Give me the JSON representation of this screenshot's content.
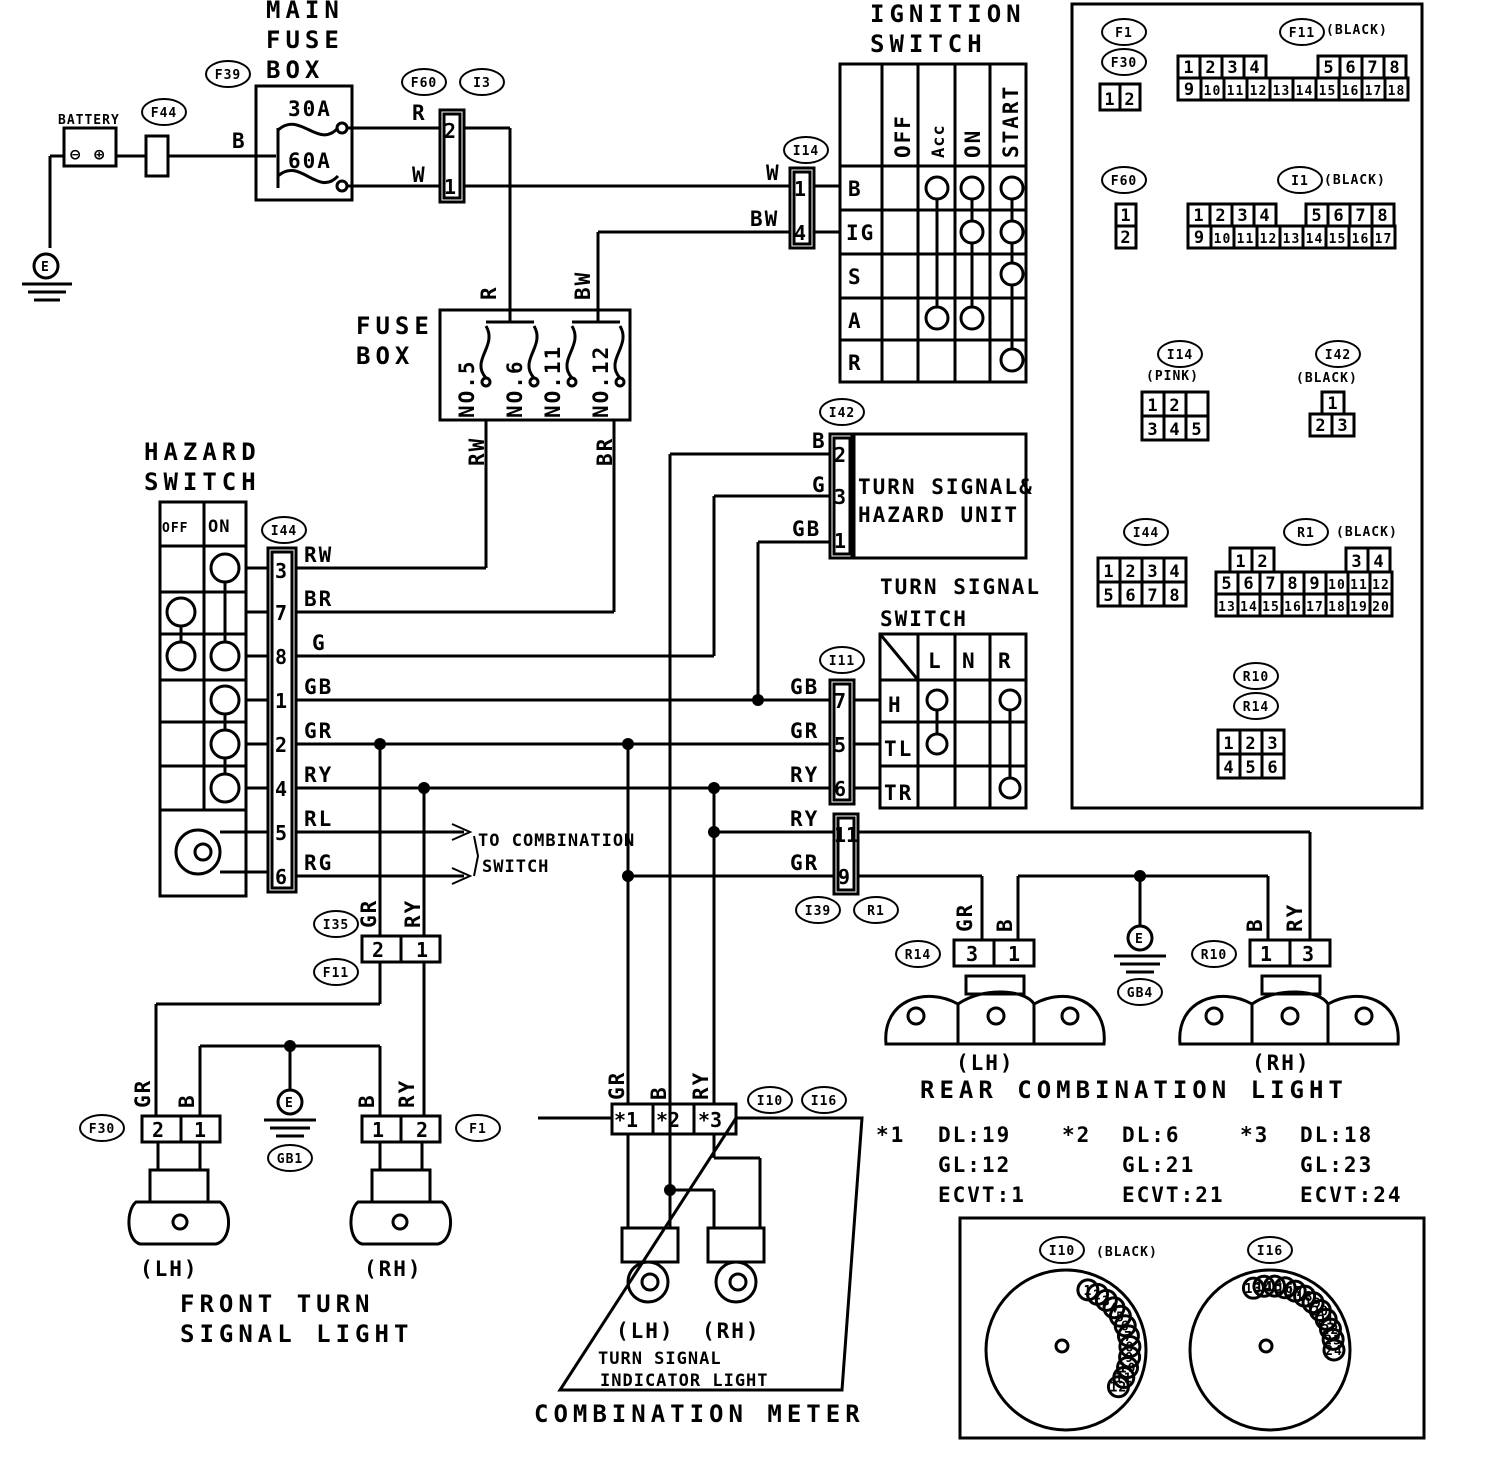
{
  "title_main_fuse_box": [
    "MAIN",
    "FUSE",
    "BOX"
  ],
  "title_fuse_box": [
    "FUSE",
    "BOX"
  ],
  "title_ignition_switch": [
    "IGNITION",
    "SWITCH"
  ],
  "title_hazard_switch": [
    "HAZARD",
    "SWITCH"
  ],
  "title_turn_signal_switch": [
    "TURN SIGNAL",
    "SWITCH"
  ],
  "title_turn_signal_unit": [
    "TURN SIGNAL&",
    "HAZARD UNIT"
  ],
  "battery_label": "BATTERY",
  "ground_label": "E",
  "main_fuses": [
    "30A",
    "60A"
  ],
  "fuse_numbers": [
    "NO.5",
    "NO.6",
    "NO.11",
    "NO.12"
  ],
  "ignition_columns": [
    "OFF",
    "Acc",
    "ON",
    "START"
  ],
  "ignition_rows": [
    "B",
    "IG",
    "S",
    "A",
    "R"
  ],
  "hazard_columns": [
    "OFF",
    "ON"
  ],
  "turn_switch_columns": [
    "L",
    "N",
    "R"
  ],
  "turn_switch_rows": [
    "H",
    "TL",
    "TR"
  ],
  "to_combination_switch": [
    "TO COMBINATION",
    "SWITCH"
  ],
  "connector_tags": {
    "f39": "F39",
    "f44": "F44",
    "f60": "F60",
    "i3": "I3",
    "i14": "I14",
    "i42": "I42",
    "i44": "I44",
    "i11": "I11",
    "i35": "I35",
    "f11": "F11",
    "i39": "I39",
    "r1": "R1",
    "r14": "R14",
    "r10": "R10",
    "f30": "F30",
    "f1": "F1",
    "i10": "I10",
    "i16": "I16",
    "gb1": "GB1",
    "gb4": "GB4"
  },
  "wire_colors": {
    "battery_b": "B",
    "fuse_r": "R",
    "fuse_w": "W",
    "ign_w": "W",
    "ign_bw": "BW",
    "fusebox_r": "R",
    "fusebox_bw": "BW",
    "fusebox_rw": "RW",
    "fusebox_br": "BR",
    "unit_b": "B",
    "unit_g": "G",
    "unit_gb": "GB",
    "haz_rw": "RW",
    "haz_br": "BR",
    "haz_g": "G",
    "haz_gb": "GB",
    "haz_gr": "GR",
    "haz_ry": "RY",
    "haz_rl": "RL",
    "haz_rg": "RG",
    "ts_gb": "GB",
    "ts_gr": "GR",
    "ts_ry": "RY",
    "r1_ry": "RY",
    "r1_gr": "GR",
    "i35_gr": "GR",
    "i35_ry": "RY",
    "front_gr": "GR",
    "front_b": "B",
    "front_b2": "B",
    "front_ry": "RY",
    "meter_gr": "GR",
    "meter_b": "B",
    "meter_ry": "RY",
    "rear_gr": "GR",
    "rear_b": "B",
    "rear_b2": "B",
    "rear_ry": "RY"
  },
  "pins": {
    "f60": [
      "2",
      "1"
    ],
    "i14": [
      "1",
      "4"
    ],
    "i42": [
      "2",
      "3",
      "1"
    ],
    "i44": [
      "3",
      "7",
      "8",
      "1",
      "2",
      "4",
      "5",
      "6"
    ],
    "i11": [
      "7",
      "5",
      "6"
    ],
    "r1": [
      "11",
      "9"
    ],
    "i35": [
      "2",
      "1"
    ],
    "f30": [
      "2",
      "1"
    ],
    "f1": [
      "1",
      "2"
    ],
    "i10": [
      "*1",
      "*2",
      "*3"
    ],
    "r14": [
      "3",
      "1"
    ],
    "r10": [
      "1",
      "3"
    ]
  },
  "side_labels": {
    "lh": "(LH)",
    "rh": "(RH)"
  },
  "front_light_title": [
    "FRONT TURN",
    "SIGNAL LIGHT"
  ],
  "rear_light_title": "REAR COMBINATION LIGHT",
  "indicator_title": [
    "TURN SIGNAL",
    "INDICATOR LIGHT"
  ],
  "meter_title": "COMBINATION METER",
  "footnotes": [
    {
      "mark": "*1",
      "lines": [
        "DL:19",
        "GL:12",
        "ECVT:1"
      ]
    },
    {
      "mark": "*2",
      "lines": [
        "DL:6",
        "GL:21",
        "ECVT:21"
      ]
    },
    {
      "mark": "*3",
      "lines": [
        "DL:18",
        "GL:23",
        "ECVT:24"
      ]
    }
  ],
  "legend": {
    "color_black": "(BLACK)",
    "color_pink": "(PINK)",
    "f11_pins_top": [
      "1",
      "2",
      "3",
      "4",
      "5",
      "6",
      "7",
      "8"
    ],
    "f11_pins_bottom": [
      "9",
      "10",
      "11",
      "12",
      "13",
      "14",
      "15",
      "16",
      "17",
      "18"
    ],
    "i1_pins_top": [
      "1",
      "2",
      "3",
      "4",
      "5",
      "6",
      "7",
      "8"
    ],
    "i1_pins_bottom": [
      "9",
      "10",
      "11",
      "12",
      "13",
      "14",
      "15",
      "16",
      "17"
    ],
    "f30_pins": [
      "1",
      "2"
    ],
    "f60_pins": [
      "1",
      "2"
    ],
    "i14_pins": [
      "1",
      "2",
      "3",
      "4",
      "5"
    ],
    "i42_pins": [
      "1",
      "2",
      "3"
    ],
    "i44_pins": [
      "1",
      "2",
      "3",
      "4",
      "5",
      "6",
      "7",
      "8"
    ],
    "r1_pins_top": [
      "1",
      "2",
      "3",
      "4"
    ],
    "r1_pins_mid": [
      "5",
      "6",
      "7",
      "8",
      "9",
      "10",
      "11",
      "12"
    ],
    "r1_pins_bottom": [
      "13",
      "14",
      "15",
      "16",
      "17",
      "18",
      "19",
      "20"
    ],
    "r10_pins": [
      "1",
      "2",
      "3",
      "4",
      "5",
      "6"
    ],
    "i10_pins": [
      "1",
      "2",
      "3",
      "4",
      "5",
      "6",
      "7",
      "8",
      "9",
      "10",
      "11",
      "12"
    ],
    "i16_pins": [
      "13",
      "14",
      "15",
      "16",
      "17",
      "18",
      "19",
      "20",
      "21",
      "22",
      "23",
      "24"
    ]
  }
}
